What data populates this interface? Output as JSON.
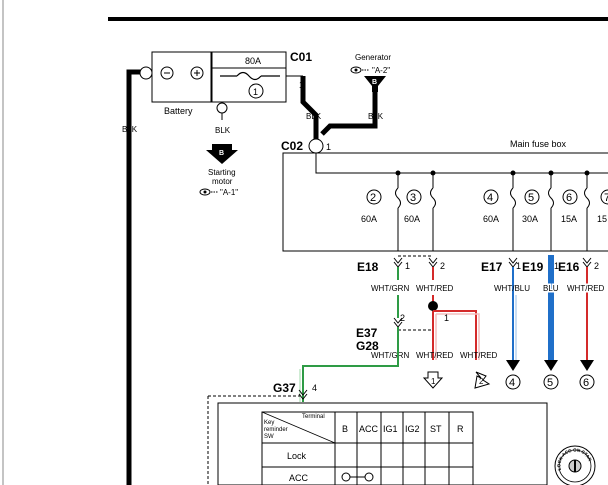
{
  "battery": {
    "label": "Battery",
    "fuse_rating": "80A",
    "fuse_number": "1",
    "plus_sign": "⊕",
    "minus_sign": "⊖"
  },
  "generator": {
    "label": "Generator",
    "ref": "\"A-2\"",
    "badge": "B"
  },
  "starting_motor": {
    "label_line1": "Starting",
    "label_line2": "motor",
    "ref": "\"A-1\"",
    "badge": "B"
  },
  "connectors": {
    "c01": "C01",
    "c01_pin": "1",
    "c02": "C02",
    "c02_pin": "1",
    "e18": "E18",
    "e18_pin": "1",
    "e18b_pin": "2",
    "e17": "E17",
    "e17_pin": "1",
    "e19": "E19",
    "e19_pin": "1",
    "e16": "E16",
    "e16_pin": "2",
    "e37": "E37",
    "e37_pin": "2",
    "g28": "G28",
    "g28_pin": "1",
    "g37": "G37",
    "g37_pin": "4"
  },
  "wires": {
    "blk_main": "BLK",
    "blk_batt": "BLK",
    "blk_c01": "BLK",
    "blk_gen": "BLK",
    "wht_grn": "WHT/GRN",
    "wht_red": "WHT/RED",
    "wht_blu": "WHT/BLU",
    "blu": "BLU",
    "wht_red2": "WHT/RED",
    "wht_grn_lower": "WHT/GRN",
    "wht_red_lower": "WHT/RED",
    "wht_red_lower2": "WHT/RED"
  },
  "fuse_box": {
    "label": "Main fuse box",
    "fuses": [
      {
        "num": "2",
        "rating": "60A"
      },
      {
        "num": "3",
        "rating": "60A"
      },
      {
        "num": "4",
        "rating": "60A"
      },
      {
        "num": "5",
        "rating": "30A"
      },
      {
        "num": "6",
        "rating": "15A"
      },
      {
        "num": "7",
        "rating": "15"
      }
    ]
  },
  "outputs": {
    "out1": "1",
    "out2": "2",
    "out4": "4",
    "out5": "5",
    "out6": "6"
  },
  "ignition_table": {
    "corner_terminal": "Terminal",
    "corner_sw1": "Key",
    "corner_sw2": "reminder",
    "corner_sw3": "SW",
    "columns": [
      "B",
      "ACC",
      "IG1",
      "IG2",
      "ST",
      "R"
    ],
    "rows": [
      "Lock",
      "ACC"
    ]
  },
  "switch_icon": {
    "text": "LOCK ACC ON START"
  },
  "colors": {
    "green": "#2e9b45",
    "red": "#d42a2a",
    "blue": "#1f6fc9",
    "black": "#000000"
  }
}
